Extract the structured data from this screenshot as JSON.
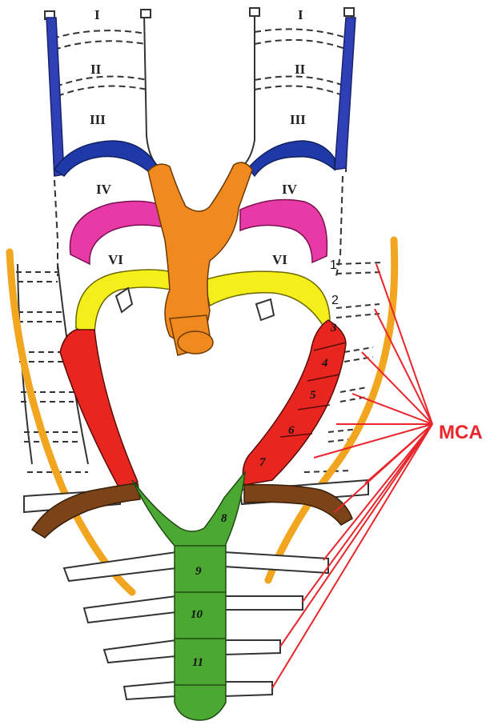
{
  "arch_labels_left": [
    "I",
    "II",
    "III",
    "IV",
    "VI"
  ],
  "arch_labels_right": [
    "I",
    "II",
    "III",
    "IV",
    "VI"
  ],
  "segment_labels_aorta": [
    "3",
    "4",
    "5",
    "6",
    "7"
  ],
  "segment_labels_trunk": [
    "8",
    "9",
    "10",
    "11"
  ],
  "intersegmental_labels": [
    "1",
    "2"
  ],
  "callout": "MCA",
  "colors": {
    "carotid_blue": "#2f3fb5",
    "arch_III": "#1f3aa8",
    "arch_IV": "#e83aa7",
    "arch_VI": "#f4ef1a",
    "outflow": "#f08a1e",
    "dorsal_aorta": "#e8261f",
    "descending_aorta": "#4ba832",
    "subclavian": "#7a4318",
    "vertebral": "#f2a51f",
    "mca_lines": "#e8262c"
  }
}
